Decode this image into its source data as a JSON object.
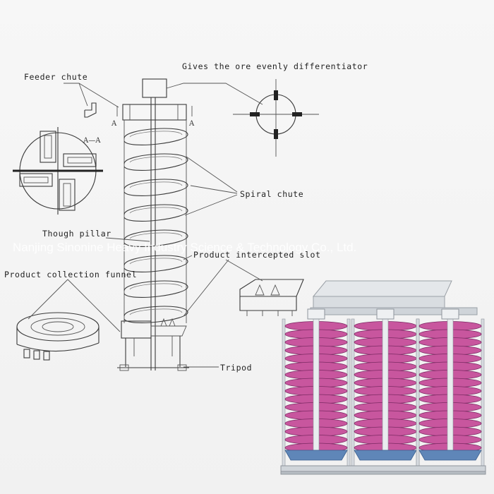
{
  "labels": {
    "feeder_chute": "Feeder chute",
    "differentiator": "Gives the ore evenly differentiator",
    "spiral_chute": "Spiral chute",
    "though_pillar": "Though pillar",
    "product_intercepted_slot": "Product intercepted slot",
    "product_collection_funnel": "Product collection funnel",
    "tripod": "Tripod",
    "section_mark_left": "A",
    "section_mark_right": "A",
    "section_title": "A—A"
  },
  "watermark": "Nanjing Sinonine Heavy Industry Science & Technology Co., Ltd.",
  "colors": {
    "background": "#f4f4f4",
    "line": "#3a3a3a",
    "spiral_fill": "#c8569e",
    "spiral_dark": "#7b2a63",
    "frame": "#d7dbe0",
    "frame_dark": "#8f959c"
  }
}
